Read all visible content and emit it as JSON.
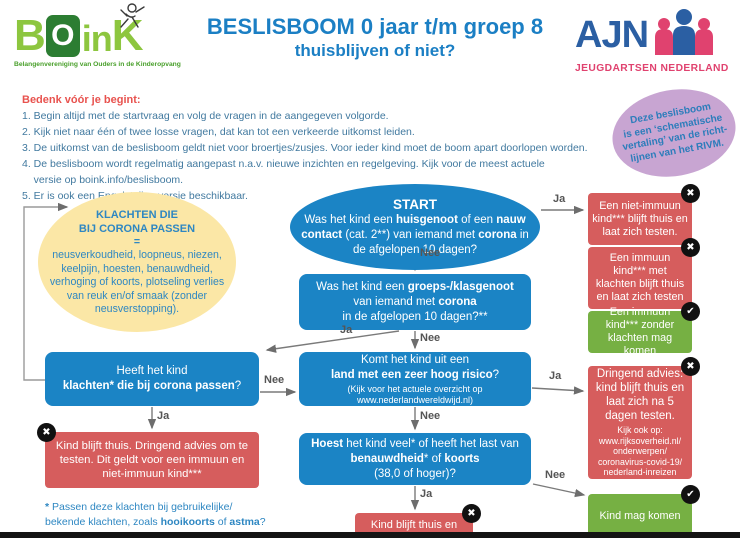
{
  "colors": {
    "blue": "#1b84c5",
    "red": "#d65d5d",
    "green": "#76b043",
    "yellow": "#fbe7a6",
    "purple": "#c8a5d2",
    "title_blue": "#1b7fc4",
    "intro_blue": "#41799f",
    "heading_red": "#e8524e"
  },
  "header": {
    "boink": {
      "letter_b": "B",
      "letter_o": "O",
      "letters_in": "in",
      "letter_k": "K",
      "tagline": "Belangenvereniging van Ouders in de Kinderopvang"
    },
    "title_line1": "BESLISBOOM 0 jaar t/m groep 8",
    "title_line2": "thuisblijven of niet?",
    "ajn": {
      "name": "AJN",
      "subtitle": "JEUGDARTSEN NEDERLAND"
    }
  },
  "intro": {
    "heading": "Bedenk vóór je begint:",
    "items": [
      "1. Begin altijd met de startvraag en volg de vragen in de aangegeven volgorde.",
      "2. Kijk niet naar één of twee losse vragen, dat kan tot een verkeerde uitkomst leiden.",
      "3. De uitkomst van de beslisboom geldt niet voor broertjes/zusjes. Voor ieder kind moet de boom apart doorlopen worden.",
      "4. De beslisboom wordt regelmatig aangepast n.a.v. nieuwe inzichten en regelgeving. Kijk voor de meest actuele<br>    versie op boink.info/beslisboom.",
      "5. Er is ook een Engelstalige versie beschikbaar."
    ]
  },
  "purple_note_html": "Deze beslisboom<br>is een ‘schematische<br>vertaling’ van de richt-<br>lijnen van het RIVM.",
  "klachten_bubble": {
    "title_html": "KLACHTEN DIE<br>BIJ CORONA PASSEN",
    "equals": "=",
    "body_html": "neusverkoudheid, loopneus, niezen, keelpijn, hoesten, benauwdheid, verhoging of koorts, plotseling verlies van reuk en/of smaak (zonder neusverstopping)."
  },
  "nodes": {
    "start_label": "START",
    "start_question_html": "Was het kind een <b>huisgenoot</b> of een <b>nauw</b><br><b>contact</b> (cat. 2**) van iemand met <b>corona</b> in<br>de afgelopen 10 dagen?",
    "q_klasgenoot_html": "Was het kind een <b>groeps-/klasgenoot</b><br>van iemand met <b>corona</b><br>in de afgelopen 10 dagen?**",
    "q_klachten_html": "Heeft het kind<br><b>klachten* die bij corona passen</b>?",
    "q_land_html": "Komt het kind uit een<br><b>land met een zeer hoog risico</b>?",
    "q_land_sub_html": "(Kijk voor het actuele overzicht op<br>www.nederlandwereldwijd.nl)",
    "q_hoest_html": "<b>Hoest</b> het kind veel* of heeft het last van<br><b>benauwdheid</b>* of <b>koorts</b><br>(38,0 of hoger)?",
    "out_niet_immuun": "Een niet-immuun kind*** blijft thuis en laat zich testen.",
    "out_immuun_klachten": "Een immuun kind*** met klachten blijft thuis en laat zich testen",
    "out_immuun_zonder": "Een immuun kind*** zonder klachten mag komen",
    "out_blijft_thuis_test": "Kind blijft thuis. Dringend advies om te testen. Dit geldt voor een immuun en niet-immuun kind***",
    "out_dringend_main": "Dringend advies: kind blijft thuis en laat zich na 5 dagen testen.",
    "out_dringend_sub_html": "Kijk ook op:<br>www.rijksoverheid.nl/<br>onderwerpen/<br>coronavirus-covid-19/<br>nederland-inreizen",
    "out_mag_komen": "Kind mag komen",
    "out_blijft_thuis_partial": "Kind blijft thuis en"
  },
  "labels": {
    "ja": "Ja",
    "nee": "Nee"
  },
  "icons": {
    "not_allowed": "✖",
    "allowed": "✔"
  },
  "footnote_html": "<b>*</b> Passen deze klachten bij gebruikelijke/<br>bekende klachten, zoals <b>hooikoorts</b> of <b>astma</b>?"
}
